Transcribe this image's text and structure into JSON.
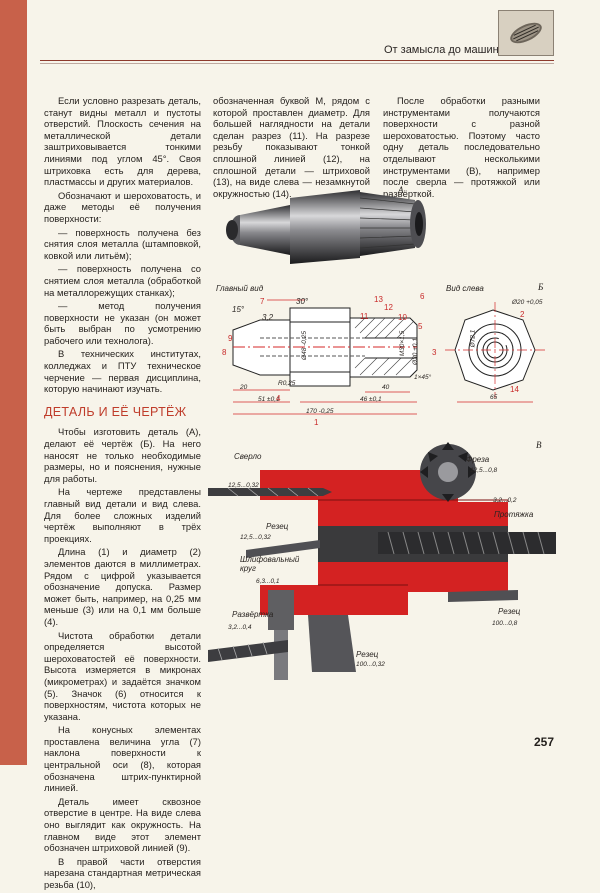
{
  "header": {
    "title": "От замысла до машины"
  },
  "page_number": "257",
  "section_title": "Деталь и её чертёж",
  "col1_top": [
    "Если условно разрезать деталь, станут видны металл и пустоты отверстий. Плоскость сечения на металлической детали заштриховывается тонкими линиями под углом 45°. Своя штриховка есть для дерева, пластмассы и других материалов.",
    "Обозначают и шероховатость, и даже методы её получения поверхности:",
    "— поверхность получена без снятия слоя металла (штамповкой, ковкой или литьём);",
    "— поверхность получена со снятием слоя металла (обработкой на металлорежущих станках);",
    "— метод получения поверхности не указан (он может быть выбран по усмотрению рабочего или технолога).",
    "В технических институтах, колледжах и ПТУ техническое черчение — первая дисциплина, которую начинают изучать."
  ],
  "col1_bottom": [
    "Чтобы изготовить деталь (А), делают её чертёж (Б). На него наносят не только необходимые размеры, но и пояснения, нужные для работы.",
    "На чертеже представлены главный вид детали и вид слева. Для более сложных изделий чертёж выполняют в трёх проекциях.",
    "Длина (1) и диаметр (2) элементов даются в миллиметрах. Рядом с цифрой указывается обозначение допуска. Размер может быть, например, на 0,25 мм меньше (3) или на 0,1 мм больше (4).",
    "Чистота обработки детали определяется высотой шероховатостей её поверхности. Высота измеряется в микронах (микрометрах) и задаётся значком (5). Значок (6) относится к поверхностям, чистота которых не указана.",
    "На конусных элементах проставлена величина угла (7) наклона поверхности к центральной оси (8), которая обозначена штрих-пунктирной линией.",
    "Деталь имеет сквозное отверстие в центре. На виде слева оно выглядит как окружность. На главном виде этот элемент обозначен штриховой линией (9).",
    "В правой части отверстия нарезана стандартная метрическая резьба (10),"
  ],
  "col2_top": "обозначенная буквой М, рядом с которой проставлен диаметр. Для большей наглядности на детали сделан разрез (11). На разрезе резьбу показывают тонкой сплошной линией (12), на сплошной детали — штриховой (13), на виде слева — незамкнутой окружностью (14).",
  "col3_top": "После обработки разными инструментами получаются поверхности с разной шероховатостью. Поэтому часто одну деталь последовательно отделывают несколькими инструментами (В), например после сверла — протяжкой или развёрткой.",
  "figure_letters": {
    "a": "А",
    "b": "Б",
    "v": "В"
  },
  "drawing": {
    "main_view": "Главный вид",
    "left_view": "Вид слева",
    "dims": {
      "angle15": "15°",
      "angle30": "30°",
      "d48": "Ø48 -0,25",
      "m30": "M30×1,5",
      "d30": "Ø30 +0,1",
      "chamfer": "1×45°",
      "d72": "Ø72,1",
      "d20": "Ø20 +0,05",
      "r025": "R0,25",
      "len20": "20",
      "len40": "40",
      "len51": "51 ±0,1",
      "len46": "46 ±0,1",
      "len170": "170 -0,25",
      "w65": "65",
      "rough32": "3,2"
    },
    "callouts": [
      "1",
      "2",
      "3",
      "4",
      "5",
      "6",
      "7",
      "8",
      "9",
      "10",
      "11",
      "12",
      "13",
      "14"
    ]
  },
  "tools": {
    "drill": "Сверло",
    "drill_val": "12,5...0,32",
    "mill": "Фреза",
    "mill_val": "12,5...0,8",
    "broach": "Протяжка",
    "broach_val": "3,2...0,2",
    "cutter1": "Резец",
    "cutter1_val": "12,5...0,32",
    "grinder": "Шлифовальный круг",
    "grinder_val": "6,3...0,1",
    "reamer": "Развёртка",
    "reamer_val": "3,2...0,4",
    "cutter2": "Резец",
    "cutter2_val": "100...0,8",
    "cutter3": "Резец",
    "cutter3_val": "100...0,32"
  },
  "colors": {
    "accent": "#c8614a",
    "section_red": "#bf3c2a",
    "metal_red": "#d42222",
    "drawing_red": "#d42a2a"
  }
}
